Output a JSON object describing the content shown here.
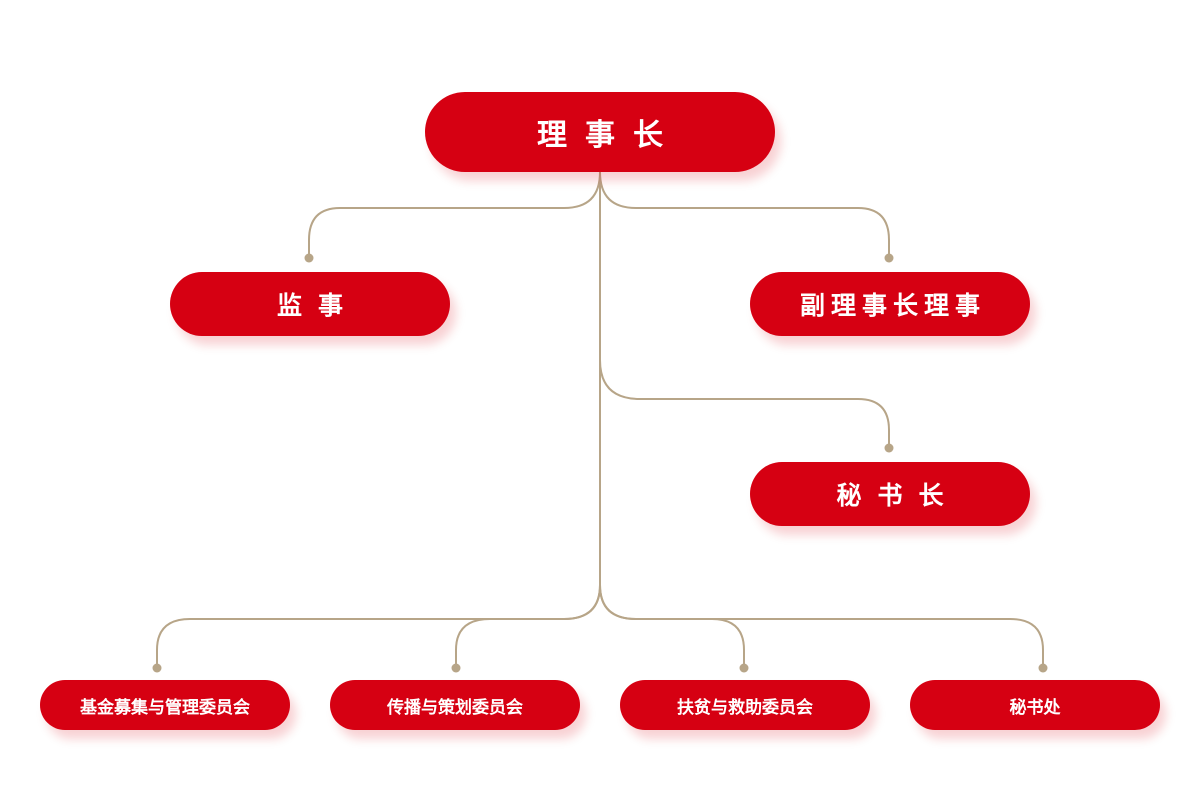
{
  "colors": {
    "node_fill": "#d60012",
    "node_text": "#ffffff",
    "connector": "#b7a588"
  },
  "nodes": {
    "chairman": "理事长",
    "supervisor": "监事",
    "vice_chairman_directors": "副理事长理事",
    "secretary_general": "秘书长",
    "fund_raising_committee": "基金募集与管理委员会",
    "communication_committee": "传播与策划委员会",
    "poverty_relief_committee": "扶贫与救助委员会",
    "secretariat": "秘书处"
  }
}
